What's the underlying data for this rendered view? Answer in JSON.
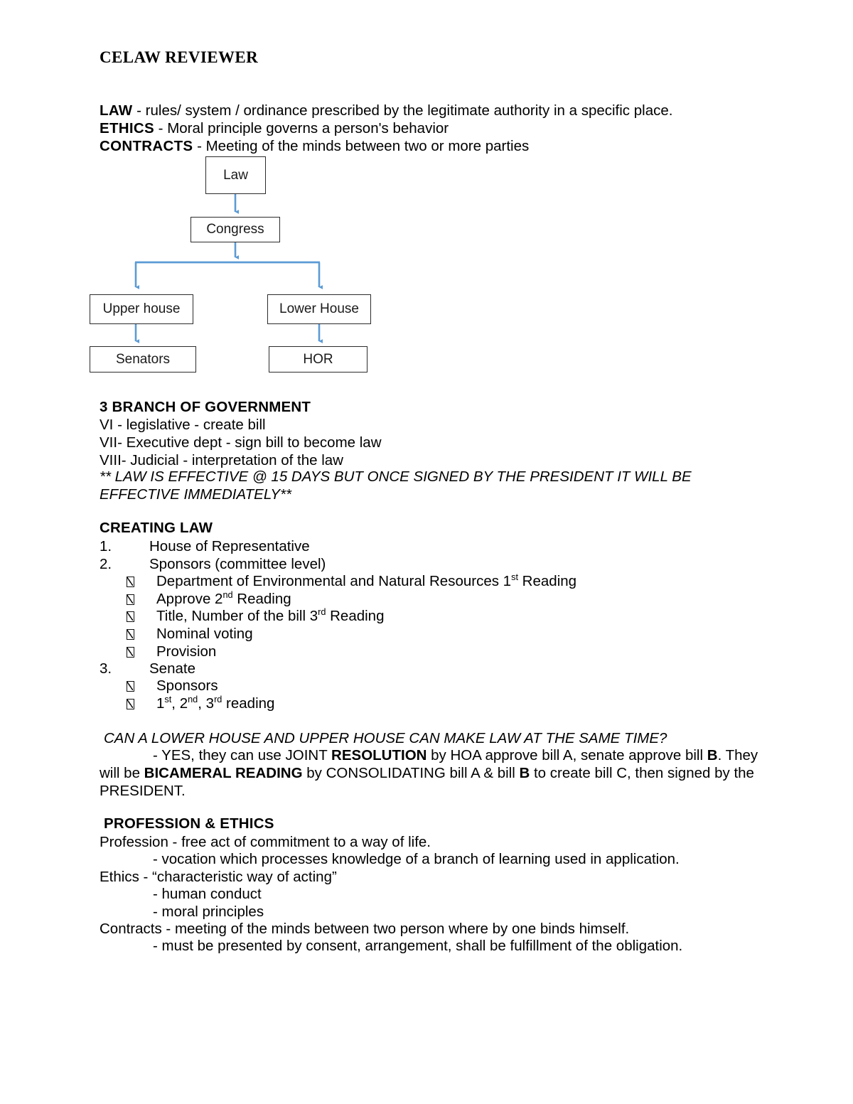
{
  "document": {
    "title": "CELAW REVIEWER"
  },
  "definitions": [
    {
      "term": "LAW",
      "text": " - rules/ system / ordinance prescribed by the legitimate authority in a specific place."
    },
    {
      "term": "ETHICS",
      "text": " - Moral principle governs a person's behavior"
    },
    {
      "term": "CONTRACTS",
      "text": " - Meeting of the minds between two or more parties"
    }
  ],
  "flowchart": {
    "accent_color": "#5B9BD5",
    "border_color": "#2b2b2b",
    "nodes": [
      {
        "id": "law",
        "label": "Law"
      },
      {
        "id": "congress",
        "label": "Congress"
      },
      {
        "id": "upper-house",
        "label": "Upper house"
      },
      {
        "id": "lower-house",
        "label": "Lower House"
      },
      {
        "id": "senators",
        "label": "Senators"
      },
      {
        "id": "hor",
        "label": "HOR"
      }
    ]
  },
  "branches": {
    "heading": "3 BRANCH OF GOVERNMENT",
    "items": [
      "VI - legislative - create bill",
      "VII- Executive dept - sign bill to become law",
      "VIII- Judicial - interpretation of the law"
    ],
    "note": "** LAW IS EFFECTIVE @ 15 DAYS BUT ONCE SIGNED BY THE PRESIDENT IT WILL BE EFFECTIVE IMMEDIATELY**"
  },
  "creating_law": {
    "heading": "CREATING LAW",
    "item1_number": "1.",
    "item1_text": "House of Representative",
    "item2_number": "2.",
    "item2_text": "Sponsors (committee level)",
    "item3_number": "3.",
    "item3_text": "Senate",
    "bullets_house": [
      {
        "pre": "Department of Environmental and Natural Resources 1",
        "sup": "st",
        "post": " Reading"
      },
      {
        "pre": "Approve 2",
        "sup": "nd",
        "post": " Reading"
      },
      {
        "pre": "Title, Number of the bill 3",
        "sup": "rd",
        "post": " Reading"
      },
      {
        "pre": "Nominal voting",
        "sup": "",
        "post": ""
      },
      {
        "pre": "Provision",
        "sup": "",
        "post": ""
      }
    ],
    "bullets_senate": [
      {
        "pre": "Sponsors",
        "sup": "",
        "post": ""
      }
    ],
    "senate_readings": {
      "n1": "1",
      "s1": "st",
      "n2": "2",
      "s2": "nd",
      "n3": "3",
      "s3": "rd",
      "tail": " reading"
    }
  },
  "joint_resolution": {
    "question": "CAN A LOWER HOUSE AND UPPER HOUSE CAN MAKE LAW AT THE SAME TIME?",
    "answer_lead": "- YES, they can use JOINT ",
    "answer_bold1": "RESOLUTION",
    "answer_mid1": " by HOA approve bill A, senate approve bill ",
    "answer_bold2": "B",
    "answer_mid2": ". They will be ",
    "answer_bold3": "BICAMERAL READING",
    "answer_mid3": " by CONSOLIDATING bill A & bill ",
    "answer_bold4": "B",
    "answer_mid4": " to create bill C, then signed by the PRESIDENT."
  },
  "profession_ethics": {
    "heading": "PROFESSION & ETHICS",
    "lines": [
      {
        "indent": false,
        "text": "Profession - free act of commitment to a way of life."
      },
      {
        "indent": true,
        "text": "- vocation which processes knowledge of a branch of learning used in application."
      },
      {
        "indent": false,
        "text": "Ethics - “characteristic way of acting”"
      },
      {
        "indent": true,
        "text": "- human conduct"
      },
      {
        "indent": true,
        "text": "- moral principles"
      },
      {
        "indent": false,
        "text": "Contracts - meeting of the minds between two person where by one binds himself."
      },
      {
        "indent": true,
        "text": "- must be presented by consent, arrangement, shall be fulfillment of the obligation."
      }
    ]
  }
}
